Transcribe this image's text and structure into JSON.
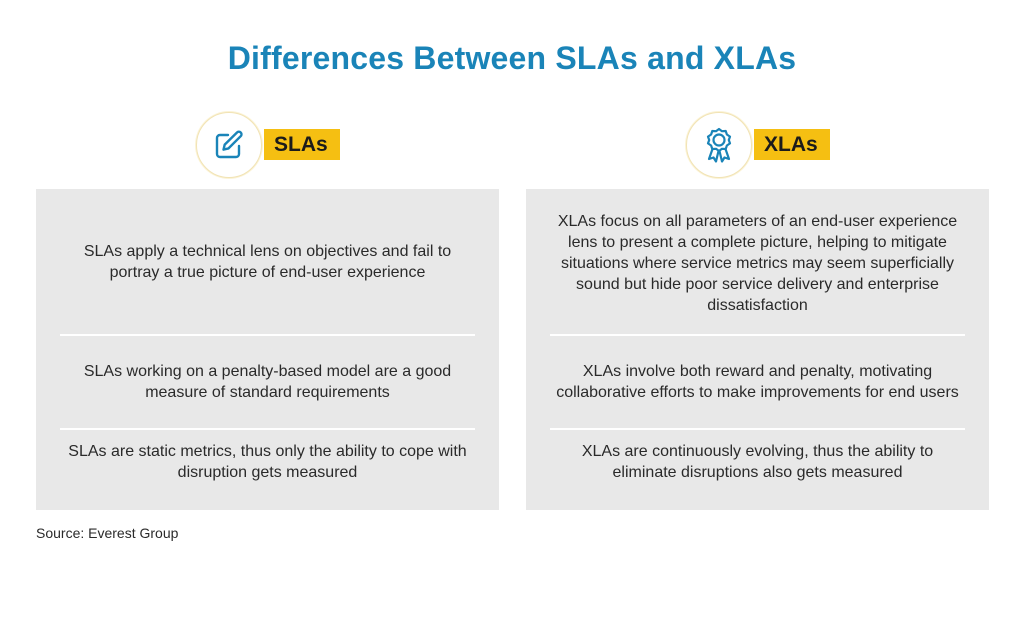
{
  "title": "Differences Between SLAs and XLAs",
  "colors": {
    "title": "#1a84b8",
    "badge": "#f5bf12",
    "panel": "#e8e8e8",
    "icon": "#1a84b8"
  },
  "columns": [
    {
      "label": "SLAs",
      "icon": "edit-pencil-icon",
      "rows": [
        "SLAs apply a technical lens on objectives and fail to portray a true picture of end-user experience",
        "SLAs working on a penalty-based model are a good measure of standard requirements",
        "SLAs are static metrics, thus only the ability to cope with disruption gets measured"
      ]
    },
    {
      "label": "XLAs",
      "icon": "award-ribbon-icon",
      "rows": [
        "XLAs focus on all parameters of an end-user experience lens to present a complete picture, helping to mitigate situations where service metrics may seem superficially sound but hide poor service delivery and enterprise dissatisfaction",
        "XLAs involve both reward and penalty, motivating collaborative efforts to make improvements for end users",
        "XLAs are continuously evolving, thus the ability to eliminate disruptions also gets measured"
      ]
    }
  ],
  "source": "Source: Everest Group"
}
